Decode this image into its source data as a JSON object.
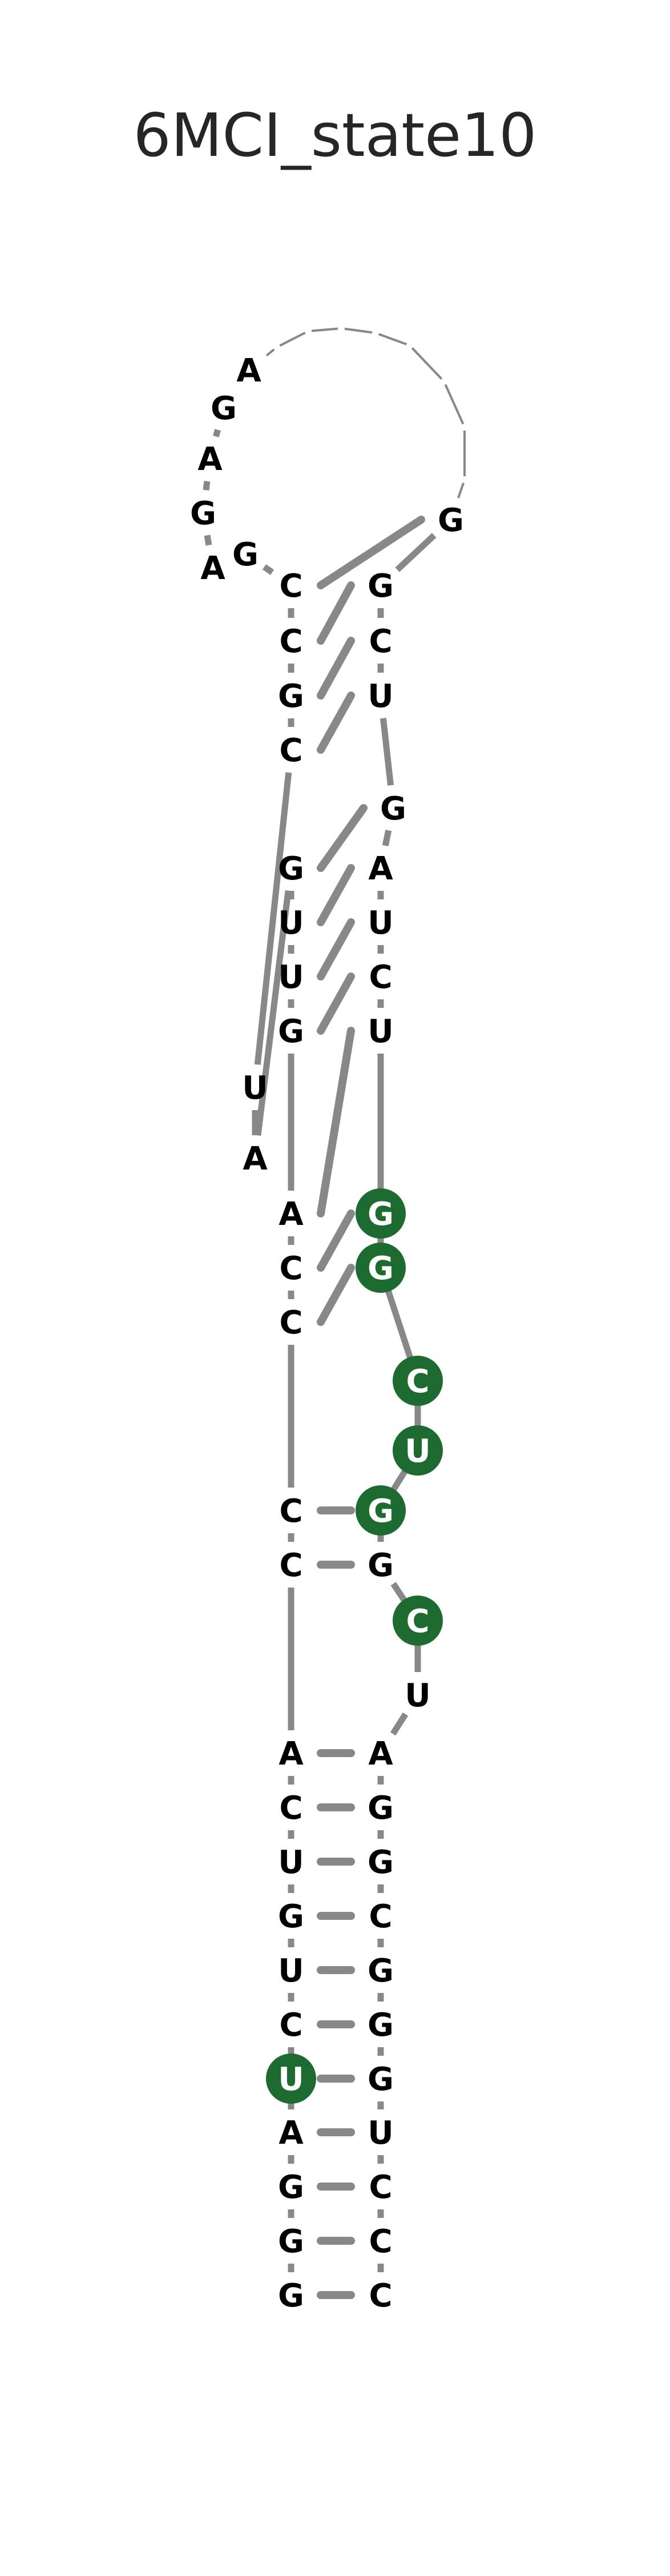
{
  "title": "6MCI_state10",
  "colors": {
    "highlight": "#1e6b32",
    "pair_line": "#888888",
    "backbone": "#888888",
    "text": "#000000",
    "text_on_highlight": "#ffffff"
  },
  "nucleotides": [
    {
      "base": "G"
    },
    {
      "base": "G"
    },
    {
      "base": "G"
    },
    {
      "base": "A"
    },
    {
      "base": "U",
      "highlighted": true
    },
    {
      "base": "C"
    },
    {
      "base": "U"
    },
    {
      "base": "G"
    },
    {
      "base": "U"
    },
    {
      "base": "C"
    },
    {
      "base": "A"
    },
    {
      "base": "C"
    },
    {
      "base": "C"
    },
    {
      "base": "C"
    },
    {
      "base": "C"
    },
    {
      "base": "A"
    },
    {
      "base": "G"
    },
    {
      "base": "U"
    },
    {
      "base": "U"
    },
    {
      "base": "G"
    },
    {
      "base": "A"
    },
    {
      "base": "U"
    },
    {
      "base": "C"
    },
    {
      "base": "G"
    },
    {
      "base": "C"
    },
    {
      "base": "C"
    },
    {
      "base": "G"
    },
    {
      "base": "A"
    },
    {
      "base": "G"
    },
    {
      "base": "A"
    },
    {
      "base": "G"
    },
    {
      "base": "A"
    },
    {
      "base": ""
    },
    {
      "base": ""
    },
    {
      "base": ""
    },
    {
      "base": ""
    },
    {
      "base": ""
    },
    {
      "base": ""
    },
    {
      "base": ""
    },
    {
      "base": ""
    },
    {
      "base": "G"
    },
    {
      "base": "G"
    },
    {
      "base": "C"
    },
    {
      "base": "U"
    },
    {
      "base": "G"
    },
    {
      "base": "A"
    },
    {
      "base": "U"
    },
    {
      "base": "C"
    },
    {
      "base": "U"
    },
    {
      "base": "G",
      "highlighted": true
    },
    {
      "base": "G",
      "highlighted": true
    },
    {
      "base": "C",
      "highlighted": true
    },
    {
      "base": "U",
      "highlighted": true
    },
    {
      "base": "G",
      "highlighted": true
    },
    {
      "base": "G"
    },
    {
      "base": "C",
      "highlighted": true
    },
    {
      "base": "U"
    },
    {
      "base": "A"
    },
    {
      "base": "G"
    },
    {
      "base": "G"
    },
    {
      "base": "C"
    },
    {
      "base": "G"
    },
    {
      "base": "G"
    },
    {
      "base": "G"
    },
    {
      "base": "U"
    },
    {
      "base": "C"
    },
    {
      "base": "C"
    },
    {
      "base": "C"
    }
  ],
  "pairs": [
    [
      1,
      68
    ],
    [
      2,
      67
    ],
    [
      3,
      66
    ],
    [
      4,
      65
    ],
    [
      5,
      64
    ],
    [
      6,
      63
    ],
    [
      7,
      62
    ],
    [
      8,
      61
    ],
    [
      9,
      60
    ],
    [
      10,
      59
    ],
    [
      11,
      58
    ],
    [
      12,
      55
    ],
    [
      13,
      54
    ],
    [
      14,
      51
    ],
    [
      15,
      50
    ],
    [
      16,
      49
    ],
    [
      17,
      48
    ],
    [
      18,
      47
    ],
    [
      19,
      46
    ],
    [
      20,
      45
    ],
    [
      23,
      44
    ],
    [
      24,
      43
    ],
    [
      25,
      42
    ],
    [
      26,
      41
    ]
  ]
}
